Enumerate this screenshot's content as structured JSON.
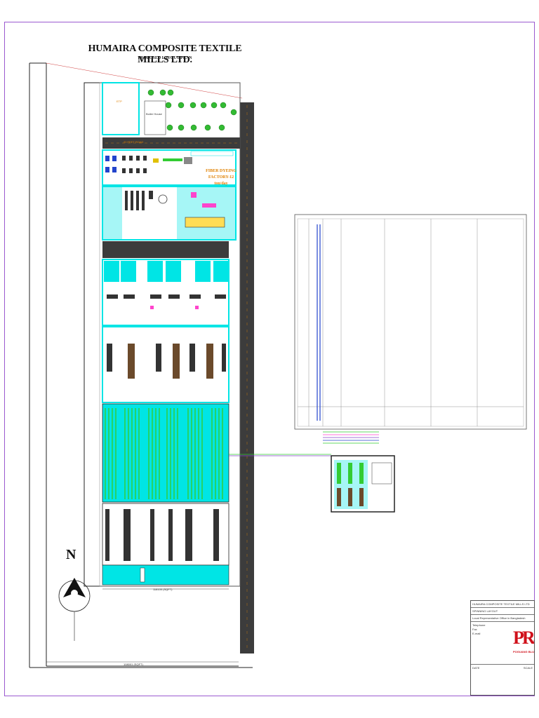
{
  "document": {
    "title": "HUMAIRA COMPOSITE TEXTILE  MILLS LTD.",
    "subtitle": "PROPOSED LAYOUT PLAN"
  },
  "site_labels": {
    "etp": "ETP",
    "boiler_house": "Boiler House",
    "road_top": "20 FEET ROAD",
    "fiber_dyeing_line1": "FIBER DYEING",
    "fiber_dyeing_line2": "FACTORY-12 ton/day",
    "bottom_dimension": "118100 (SQFT)",
    "overall_dimension": "108001 (SQFT)",
    "north": "N"
  },
  "title_block": {
    "project": "HUMAIRA COMPOSITE TEXTILE MILLS LTD",
    "drawing": "SPINNING LAYOUT",
    "address": "Local Representative Office in Bangladesh",
    "phone_label": "Telephone",
    "fax_label": "Fax",
    "email_label": "E-mail",
    "date_label": "DATE",
    "scale_label": "SCALE",
    "logo_mark": "PRaF",
    "logo_brand": "POGUANG BLUSHAY"
  },
  "colors": {
    "frame": "#9b59d0",
    "road": "#3c3c3c",
    "cyan": "#00e5e5",
    "machine_green": "#33cc33",
    "accent_orange": "#e08000",
    "logo_red": "#d0101a"
  }
}
